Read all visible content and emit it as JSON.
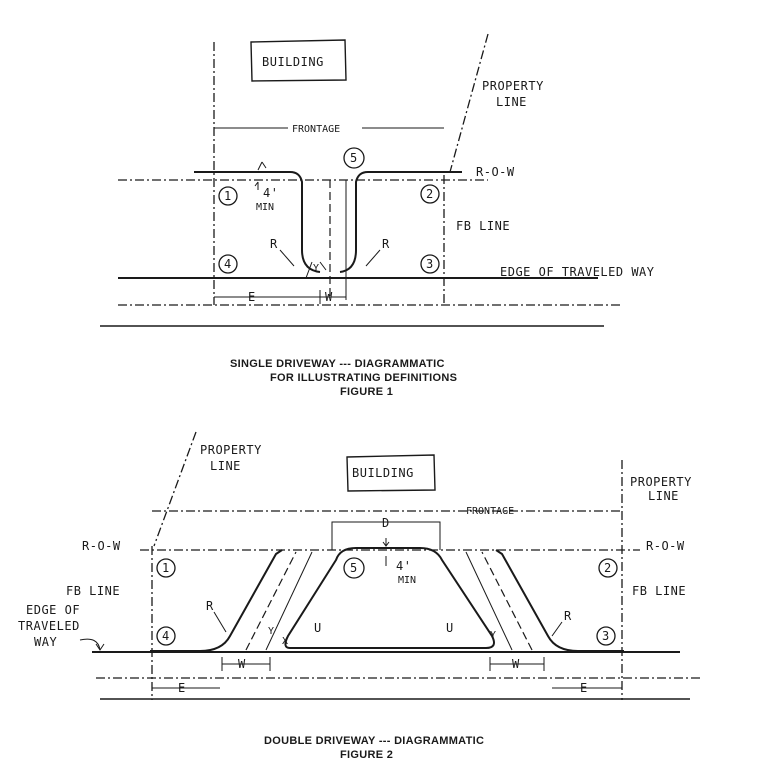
{
  "figure1": {
    "building_label": "BUILDING",
    "property_line_label_1": "PROPERTY",
    "property_line_label_2": "LINE",
    "frontage_label": "FRONTAGE",
    "row_label": "R-O-W",
    "fb_line_label": "FB LINE",
    "edge_label": "EDGE OF TRAVELED WAY",
    "four_min_label_1": "4'",
    "four_min_label_2": "MIN",
    "r_label": "R",
    "e_label": "E",
    "w_label": "W",
    "y_label": "Y",
    "point_1": "1",
    "point_2": "2",
    "point_3": "3",
    "point_4": "4",
    "point_5": "5",
    "caption_line1": "SINGLE DRIVEWAY --- DIAGRAMMATIC",
    "caption_line2": "FOR ILLUSTRATING DEFINITIONS",
    "caption_line3": "FIGURE 1"
  },
  "figure2": {
    "building_label": "BUILDING",
    "property_line_label_1": "PROPERTY",
    "property_line_label_2": "LINE",
    "frontage_label": "FRONTAGE",
    "row_label": "R-O-W",
    "fb_line_label": "FB LINE",
    "edge_label_1": "EDGE OF",
    "edge_label_2": "TRAVELED",
    "edge_label_3": "WAY",
    "four_min_label_1": "4'",
    "four_min_label_2": "MIN",
    "d_label": "D",
    "r_label": "R",
    "e_label": "E",
    "w_label": "W",
    "y_label": "Y",
    "u_label": "U",
    "x_label": "X",
    "point_1": "1",
    "point_2": "2",
    "point_3": "3",
    "point_4": "4",
    "point_5": "5",
    "caption_line1": "DOUBLE DRIVEWAY --- DIAGRAMMATIC",
    "caption_line2": "FIGURE 2"
  }
}
